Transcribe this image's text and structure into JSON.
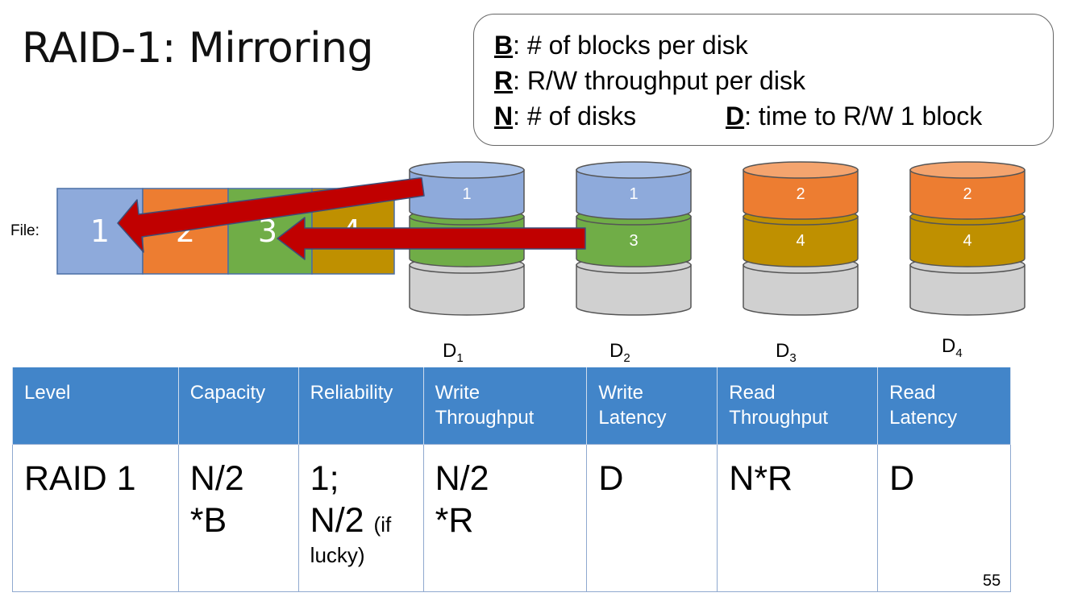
{
  "slide": {
    "title": "RAID-1: Mirroring",
    "page_number": "55"
  },
  "legend": {
    "b_key": "B",
    "b_text": ": # of blocks per disk",
    "r_key": "R",
    "r_text": ": R/W throughput per disk",
    "n_key": "N",
    "n_text": ": # of disks",
    "d_key": "D",
    "d_text": ": time to R/W 1 block"
  },
  "file": {
    "label": "File:",
    "blocks": [
      "1",
      "2",
      "3",
      "4"
    ]
  },
  "disks": [
    {
      "name": "D",
      "sub": "1",
      "top_block": "1",
      "mid_block": "3"
    },
    {
      "name": "D",
      "sub": "2",
      "top_block": "1",
      "mid_block": "3"
    },
    {
      "name": "D",
      "sub": "3",
      "top_block": "2",
      "mid_block": "4"
    },
    {
      "name": "D",
      "sub": "4",
      "top_block": "2",
      "mid_block": "4"
    }
  ],
  "colors": {
    "block1": "#8eaadb",
    "block2": "#ed7d31",
    "block3": "#70ad47",
    "block4": "#bf9000",
    "disk_gray": "#d0d0d0",
    "arrow": "#c00000",
    "table_header": "#4285c9"
  },
  "table": {
    "headers": [
      "Level",
      "Capacity",
      "Reliability",
      "Write\nThroughput",
      "Write\nLatency",
      "Read\nThroughput",
      "Read\nLatency"
    ],
    "row": {
      "level": "RAID 1",
      "capacity_a": "N/2",
      "capacity_b": "*B",
      "reliability_a": "1;",
      "reliability_b": "N/2",
      "reliability_note_a": "(if",
      "reliability_note_b": "lucky)",
      "write_throughput_a": "N/2",
      "write_throughput_b": "*R",
      "write_latency": "D",
      "read_throughput": "N*R",
      "read_latency": "D"
    }
  }
}
